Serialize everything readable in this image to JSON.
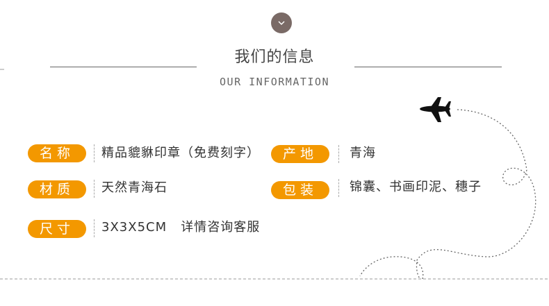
{
  "header": {
    "title": "我们的信息",
    "subtitle": "OUR INFORMATION"
  },
  "info": [
    {
      "label": "名称",
      "value": "精品貔貅印章（免费刻字）"
    },
    {
      "label": "产地",
      "value": "青海"
    },
    {
      "label": "材质",
      "value": "天然青海石"
    },
    {
      "label": "包装",
      "value": "锦囊、书画印泥、穗子"
    },
    {
      "label": "尺寸",
      "value": "3X3X5CM   详情咨询客服"
    }
  ],
  "colors": {
    "accent": "#f39800",
    "circle": "#7a6a66"
  }
}
